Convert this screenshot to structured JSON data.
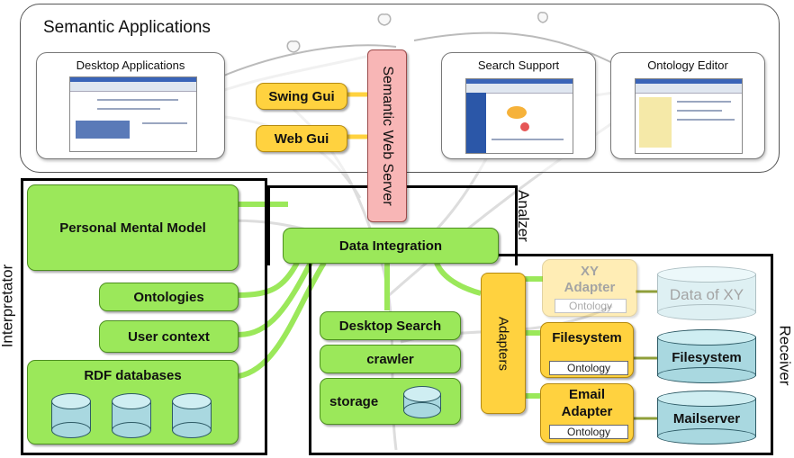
{
  "semantic_applications": {
    "title": "Semantic Applications",
    "apps": [
      {
        "title": "Desktop Applications"
      },
      {
        "title": "Search Support"
      },
      {
        "title": "Ontology Editor"
      }
    ]
  },
  "server": {
    "label": "Semantic Web Server"
  },
  "guis": [
    {
      "label": "Swing Gui"
    },
    {
      "label": "Web Gui"
    }
  ],
  "interpreter": {
    "label": "Interpretator",
    "personal_mental_model": "Personal Mental Model",
    "ontologies": "Ontologies",
    "user_context": "User context",
    "rdf_databases": "RDF databases"
  },
  "analyzer": {
    "label": "Analzer",
    "data_integration": "Data Integration"
  },
  "receiver": {
    "label": "Receiver",
    "desktop_search": "Desktop Search",
    "crawler": "crawler",
    "storage": "storage",
    "adapters_label": "Adapters",
    "adapter_items": [
      {
        "name": "XY Adapter",
        "tag": "Ontology",
        "source": "Data of XY"
      },
      {
        "name": "Filesystem",
        "tag": "Ontology",
        "source": "Filesystem"
      },
      {
        "name": "Email Adapter",
        "tag": "Ontology",
        "source": "Mailserver"
      }
    ]
  },
  "colors": {
    "green": "#9be85a",
    "yellow": "#ffd23f",
    "pink": "#f8b6b6",
    "cyan": "#a9d8e0"
  }
}
